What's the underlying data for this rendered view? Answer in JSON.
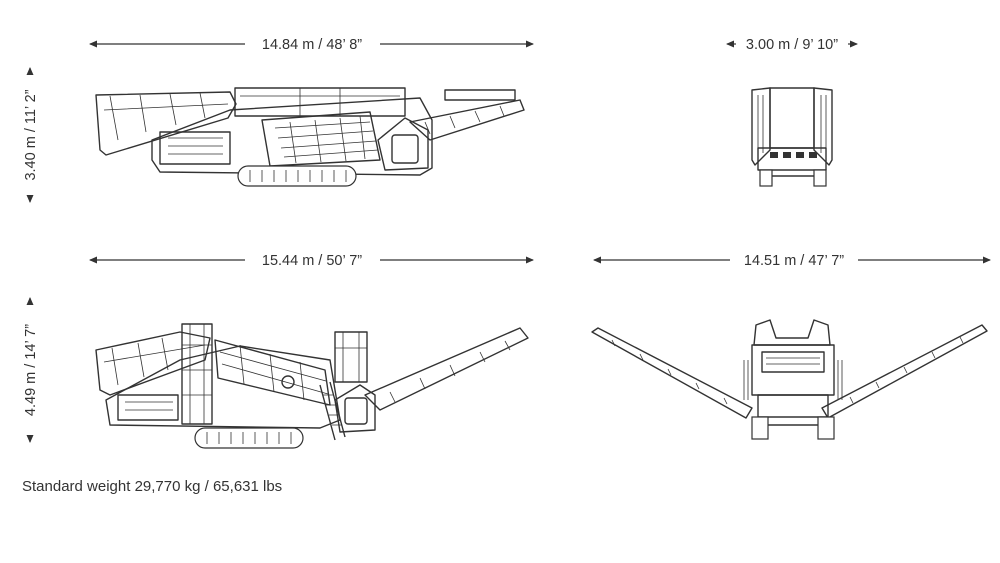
{
  "dimensions": {
    "transport_length": "14.84 m / 48’ 8”",
    "transport_width": "3.00 m / 9’ 10”",
    "transport_height": "3.40 m / 11’ 2”",
    "working_length": "15.44 m / 50’ 7”",
    "working_width": "14.51 m / 47’ 7”",
    "working_height": "4.49 m / 14’ 7”"
  },
  "weight": "Standard weight 29,770 kg / 65,631 lbs",
  "colors": {
    "line": "#333333",
    "background": "#ffffff"
  },
  "views": [
    "transport-side-view",
    "transport-end-view",
    "working-side-view",
    "working-end-view"
  ]
}
